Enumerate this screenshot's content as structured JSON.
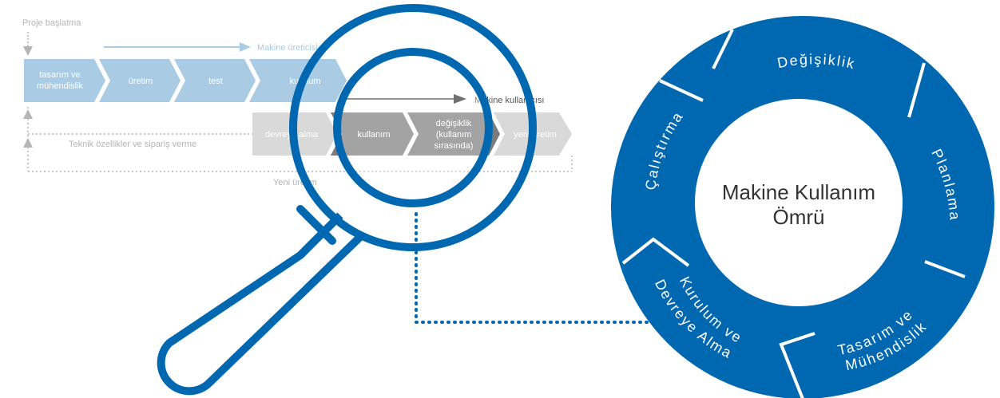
{
  "process": {
    "project_start": "Proje başlatma",
    "manufacturer_label": "Makine üreticisi",
    "user_label": "Makine kullanıcısı",
    "spec_label": "Teknik özellikler ve sipariş verme",
    "new_production_label": "Yeni üretim",
    "stage1": [
      {
        "lines": [
          "tasarım ve",
          "mühendislik"
        ]
      },
      {
        "lines": [
          "üretim"
        ]
      },
      {
        "lines": [
          "test"
        ]
      },
      {
        "lines": [
          "kurulum"
        ]
      }
    ],
    "stage2": [
      {
        "lines": [
          "devreye alma"
        ]
      },
      {
        "lines": [
          "kullanım"
        ]
      },
      {
        "lines": [
          "değişiklik",
          "(kullanım",
          "sırasında)"
        ]
      },
      {
        "lines": [
          "yeni üretim"
        ]
      }
    ]
  },
  "lifecycle": {
    "center_title_line1": "Makine Kullanım",
    "center_title_line2": "Ömrü",
    "segments": {
      "change": "Değişiklik",
      "planning": "Planlama",
      "design_line1": "Tasarım ve",
      "design_line2": "Mühendislik",
      "install_line1": "Kurulum ve",
      "install_line2": "Devreye Alma",
      "operation": "Çalıştırma"
    }
  },
  "colors": {
    "primary_blue": "#0067b1",
    "light_blue": "#a9cbe4",
    "pale_blue": "#c3daec",
    "grey": "#d9d9d9",
    "dark_grey": "#7b7b7b"
  }
}
